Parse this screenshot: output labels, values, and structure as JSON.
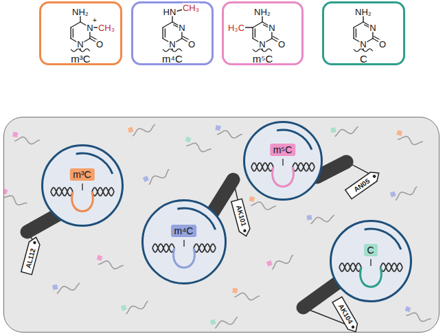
{
  "diagram": {
    "nodes": [
      {
        "text": [
          "m³C"
        ]
      },
      {
        "text": [
          "m⁴C"
        ]
      },
      {
        "text": [
          "m⁵C"
        ]
      },
      {
        "text": [
          "C"
        ]
      },
      {
        "text": []
      },
      {
        "text": [
          "m³C"
        ],
        "in": 4
      },
      {
        "text": [
          "m⁵C"
        ],
        "in": 4
      },
      {
        "text": [
          "m⁴C"
        ],
        "in": 4
      },
      {
        "text": [
          "C"
        ],
        "in": 4
      }
    ],
    "labels": [
      "NH₂",
      "N",
      "+",
      "CH₃",
      "N",
      "O",
      "HN",
      "CH₃",
      "N",
      "N",
      "O",
      "NH₂",
      "H₃C",
      "N",
      "N",
      "O",
      "NH₂",
      "N",
      "N",
      "O",
      "AL112",
      "AK101",
      "AN05",
      "AK104"
    ]
  }
}
